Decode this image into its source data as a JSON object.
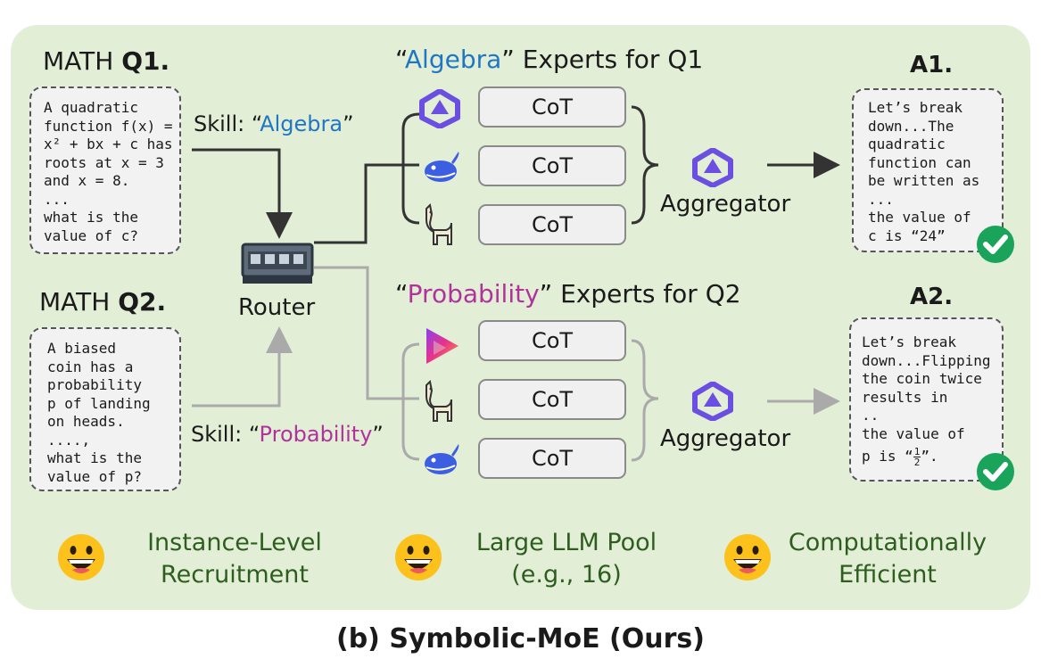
{
  "q1": {
    "title_prefix": "MATH ",
    "title_bold": "Q1.",
    "text": "A quadratic\nfunction f(x) =\nx² + bx + c has\nroots at x = 3\nand x = 8.\n...\nwhat is the\nvalue of c?",
    "skill_prefix": "Skill: “",
    "skill_name": "Algebra",
    "skill_suffix": "”"
  },
  "q2": {
    "title_prefix": "MATH ",
    "title_bold": "Q2.",
    "text": "A biased\ncoin has a\nprobability\np of landing\non heads.\n....,\nwhat is the\nvalue of p?",
    "skill_prefix": "Skill: “",
    "skill_name": "Probability",
    "skill_suffix": "”"
  },
  "router": {
    "label": "Router"
  },
  "experts1": {
    "open_quote": "“",
    "skill": "Algebra",
    "rest": "” Experts for Q1",
    "models": [
      "qwen-icon",
      "deepseek-whale-icon",
      "llama-icon"
    ],
    "cot_labels": [
      "CoT",
      "CoT",
      "CoT"
    ],
    "aggregator": "Aggregator"
  },
  "experts2": {
    "open_quote": "“",
    "skill": "Probability",
    "rest": "” Experts for Q2",
    "models": [
      "triangle-logo-icon",
      "llama-icon",
      "deepseek-whale-icon"
    ],
    "cot_labels": [
      "CoT",
      "CoT",
      "CoT"
    ],
    "aggregator": "Aggregator"
  },
  "a1": {
    "title": "A1.",
    "text": "Let’s break\ndown...The\nquadratic\nfunction can\nbe written as\n...\nthe value of\nc is “24”"
  },
  "a2": {
    "title": "A2.",
    "text_main": "Let’s break\ndown...Flipping\nthe coin twice\nresults in\n..\nthe value of",
    "text_last_prefix": "p is “",
    "frac_num": "1",
    "frac_den": "2",
    "text_last_suffix": "”."
  },
  "features": [
    {
      "line1": "Instance-Level",
      "line2": "Recruitment"
    },
    {
      "line1": "Large LLM Pool",
      "line2": "(e.g., 16)"
    },
    {
      "line1": "Computationally",
      "line2": "Efficient"
    }
  ],
  "caption": "(b) Symbolic-MoE (Ours)",
  "colors": {
    "panel": "#e2efd6",
    "algebra": "#1f77c4",
    "probability": "#b0339c",
    "feature_text": "#2e5e1f",
    "check": "#1aa35a"
  }
}
